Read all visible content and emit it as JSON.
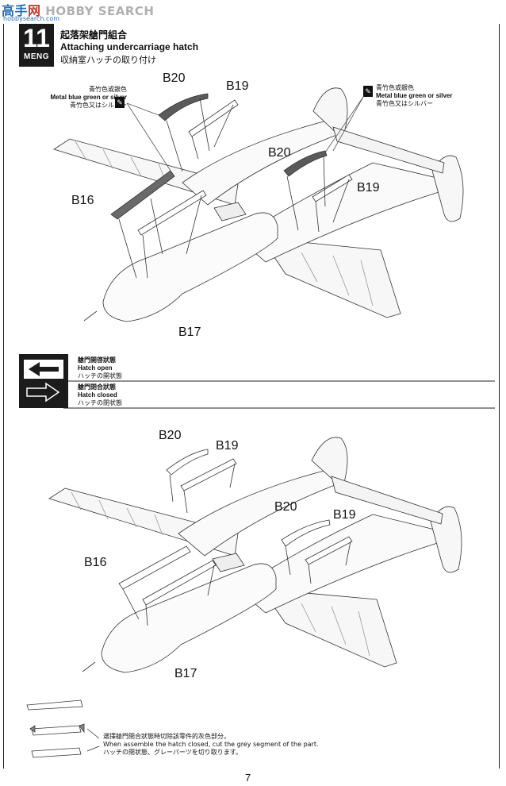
{
  "watermark": {
    "cn_part1": "高",
    "cn_part2": "手",
    "cn_part3": "网",
    "en": "HOBBY SEARCH",
    "url": "hobbysearch.com"
  },
  "step": {
    "number": "11",
    "brand": "MENG",
    "title_zh": "起落架艙門組合",
    "title_en": "Attaching undercarriage hatch",
    "title_jp": "収納室ハッチの取り付け"
  },
  "color_note_left": {
    "zh": "青竹色或銀色",
    "en": "Metal blue green or silver",
    "jp": "青竹色又はシルバー"
  },
  "color_note_right": {
    "zh": "青竹色或銀色",
    "en": "Metal blue green or silver",
    "jp": "青竹色又はシルバー"
  },
  "top_labels": {
    "b20_left": "B20",
    "b19_left": "B19",
    "b16": "B16",
    "b20_right": "B20",
    "b19_right": "B19",
    "b17": "B17"
  },
  "legend": {
    "open_zh": "艙門開啓狀態",
    "open_en": "Hatch open",
    "open_jp": "ハッチの開状態",
    "closed_zh": "艙門閉合狀態",
    "closed_en": "Hatch closed",
    "closed_jp": "ハッチの閉状態"
  },
  "bottom_labels": {
    "b20_left": "B20",
    "b19_left": "B19",
    "b20_right": "B20",
    "b19_right": "B19",
    "b16": "B16",
    "b17": "B17"
  },
  "cut_note": {
    "zh": "選擇艙門閉合狀態時切除該零件的灰色部分。",
    "en": "When assemble the hatch closed, cut the grey segment of the part.",
    "jp": "ハッチの閉状態、グレーパーツを切り取ります。"
  },
  "page_number": "7"
}
